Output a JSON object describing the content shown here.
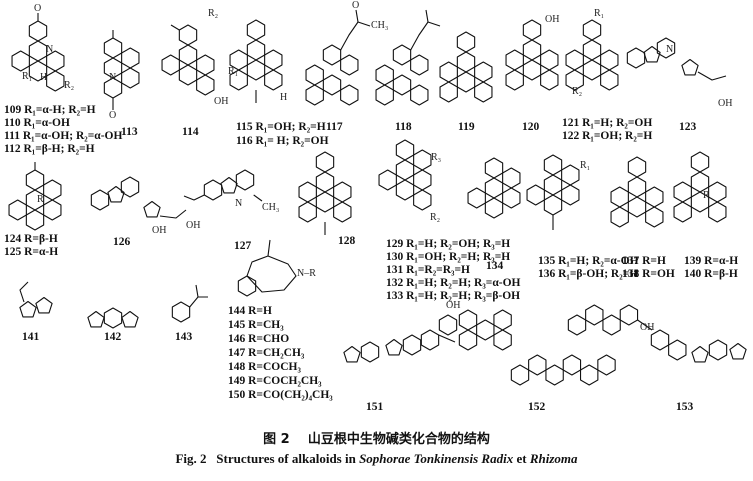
{
  "caption_cn": {
    "fig": "图 2",
    "title": "山豆根中生物碱类化合物的结构"
  },
  "caption_en": {
    "fig": "Fig. 2",
    "prefix": "Structures of alkaloids in",
    "sp1": "Sophorae Tonkinensis Radix",
    "mid": "et",
    "sp2": "Rhizoma"
  },
  "compounds": [
    {
      "id": "c109",
      "text": "109 R₁=α-H; R₂=H"
    },
    {
      "id": "c110",
      "text": "110 R₁=α-OH"
    },
    {
      "id": "c111",
      "text": "111 R₁=α-OH; R₂=α-OH"
    },
    {
      "id": "c112",
      "text": "112 R₁=β-H; R₂=H"
    },
    {
      "id": "c113",
      "text": "113"
    },
    {
      "id": "c114",
      "text": "114"
    },
    {
      "id": "c115",
      "text": "115 R₁=OH; R₂=H"
    },
    {
      "id": "c116",
      "text": "116 R₁= H; R₂=OH"
    },
    {
      "id": "c117",
      "text": "117"
    },
    {
      "id": "c118",
      "text": "118"
    },
    {
      "id": "c119",
      "text": "119"
    },
    {
      "id": "c120",
      "text": "120"
    },
    {
      "id": "c121",
      "text": "121 R₁=H; R₂=OH"
    },
    {
      "id": "c122",
      "text": "122 R₁=OH; R₂=H"
    },
    {
      "id": "c123",
      "text": "123"
    },
    {
      "id": "c124",
      "text": "124 R=β-H"
    },
    {
      "id": "c125",
      "text": "125 R=α-H"
    },
    {
      "id": "c126",
      "text": "126"
    },
    {
      "id": "c127",
      "text": "127"
    },
    {
      "id": "c128",
      "text": "128"
    },
    {
      "id": "c129",
      "text": "129 R₁=H; R₂=OH; R₃=H"
    },
    {
      "id": "c130",
      "text": "130 R₁=OH; R₂=H; R₃=H"
    },
    {
      "id": "c131",
      "text": "131 R₁=R₂=R₃=H"
    },
    {
      "id": "c132",
      "text": "132 R₁=H; R₂=H; R₃=α-OH"
    },
    {
      "id": "c133",
      "text": "133 R₁=H; R₂=H; R₃=β-OH"
    },
    {
      "id": "c134",
      "text": "134"
    },
    {
      "id": "c135",
      "text": "135 R₁=H; R₂=α-OH"
    },
    {
      "id": "c136",
      "text": "136 R₁=β-OH; R₂=H"
    },
    {
      "id": "c137",
      "text": "137 R=H"
    },
    {
      "id": "c138",
      "text": "138 R=OH"
    },
    {
      "id": "c139",
      "text": "139 R=α-H"
    },
    {
      "id": "c140",
      "text": "140 R=β-H"
    },
    {
      "id": "c141",
      "text": "141"
    },
    {
      "id": "c142",
      "text": "142"
    },
    {
      "id": "c143",
      "text": "143"
    },
    {
      "id": "c144",
      "text": "144 R=H"
    },
    {
      "id": "c145",
      "text": "145 R=CH₃"
    },
    {
      "id": "c146",
      "text": "146 R=CHO"
    },
    {
      "id": "c147",
      "text": "147 R=CH₂CH₃"
    },
    {
      "id": "c148",
      "text": "148 R=COCH₃"
    },
    {
      "id": "c149",
      "text": "149 R=COCH₂CH₃"
    },
    {
      "id": "c150",
      "text": "150 R=CO(CH₂)₄CH₃"
    },
    {
      "id": "c151",
      "text": "151"
    },
    {
      "id": "c152",
      "text": "152"
    },
    {
      "id": "c153",
      "text": "153"
    }
  ],
  "atoms": [
    {
      "id": "a1",
      "text": "O"
    },
    {
      "id": "a2",
      "text": "N"
    },
    {
      "id": "a3",
      "text": "H"
    },
    {
      "id": "a4",
      "text": "R₁"
    },
    {
      "id": "a5",
      "text": "R₂"
    },
    {
      "id": "a6",
      "text": "N"
    },
    {
      "id": "a7",
      "text": "O"
    },
    {
      "id": "a8",
      "text": "R₂"
    },
    {
      "id": "a9",
      "text": "OH"
    },
    {
      "id": "a10",
      "text": "R₁"
    },
    {
      "id": "a11",
      "text": "H"
    },
    {
      "id": "a12",
      "text": "O"
    },
    {
      "id": "a13",
      "text": "CH₃"
    },
    {
      "id": "a14",
      "text": "OH"
    },
    {
      "id": "a15",
      "text": "OH"
    },
    {
      "id": "a16",
      "text": "R₁"
    },
    {
      "id": "a17",
      "text": "R₂"
    },
    {
      "id": "a18",
      "text": "N"
    },
    {
      "id": "a19",
      "text": "OH"
    },
    {
      "id": "a20",
      "text": "R"
    },
    {
      "id": "a21",
      "text": "OH"
    },
    {
      "id": "a22",
      "text": "N"
    },
    {
      "id": "a23",
      "text": "CH₃"
    },
    {
      "id": "a24",
      "text": "R₃"
    },
    {
      "id": "a25",
      "text": "R₂"
    },
    {
      "id": "a26",
      "text": "R₁"
    },
    {
      "id": "a27",
      "text": "R"
    },
    {
      "id": "a28",
      "text": "OH"
    },
    {
      "id": "a29",
      "text": "N–R"
    },
    {
      "id": "a30",
      "text": "OH"
    }
  ]
}
